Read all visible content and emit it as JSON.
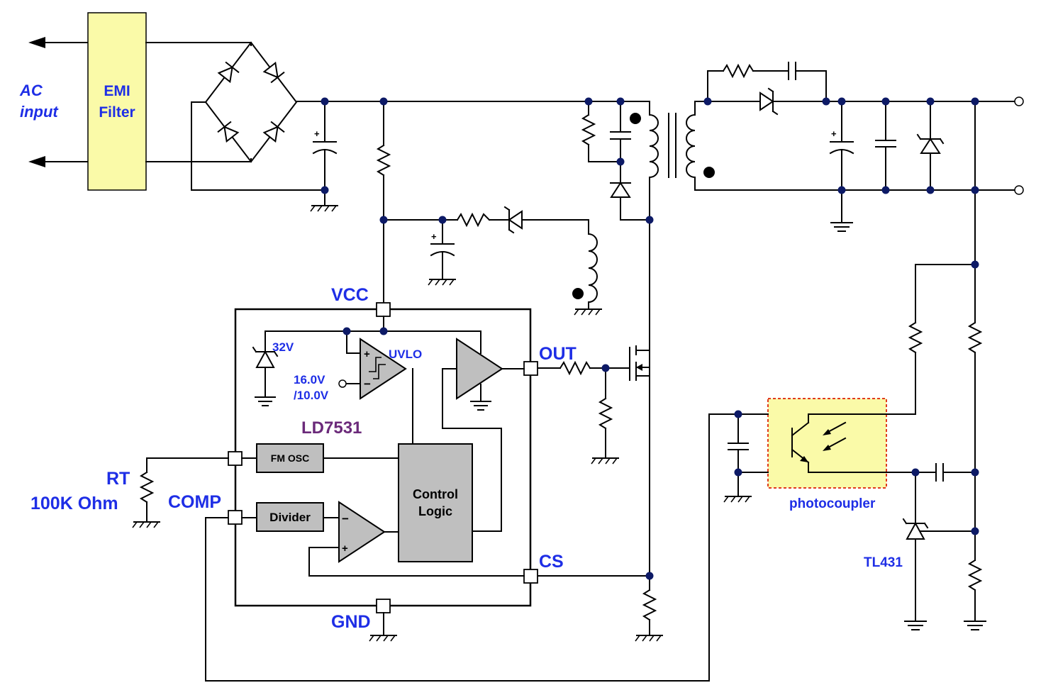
{
  "labels": {
    "ac_input_line1": "AC",
    "ac_input_line2": "input",
    "emi_line1": "EMI",
    "emi_line2": "Filter",
    "vcc": "VCC",
    "out": "OUT",
    "cs": "CS",
    "gnd": "GND",
    "comp": "COMP",
    "rt": "RT",
    "rt_value": "100K Ohm",
    "ic_name": "LD7531",
    "uvlo": "UVLO",
    "zener_32v": "32V",
    "uvlo_th1": "16.0V",
    "uvlo_th2": "/10.0V",
    "fm_osc": "FM OSC",
    "divider": "Divider",
    "control_line1": "Control",
    "control_line2": "Logic",
    "photocoupler": "photocoupler",
    "tl431": "TL431",
    "plus": "+",
    "minus": "−"
  },
  "colors": {
    "label_blue": "#1e2ee6",
    "ic_name_purple": "#6b2a7a",
    "junction_dot": "#0d1a66",
    "emi_fill": "#fafaa8",
    "block_grey": "#bfbfbf",
    "photocoupler_border": "#e03a1e"
  }
}
